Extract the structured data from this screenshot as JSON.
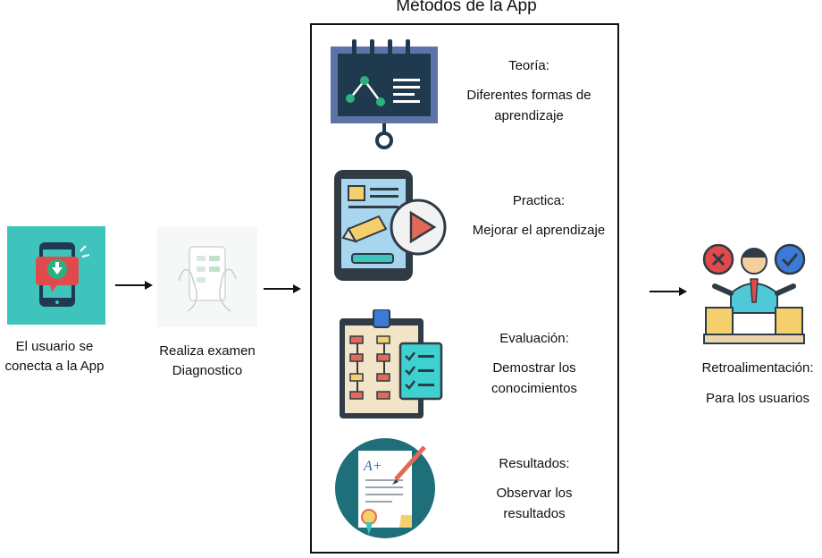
{
  "steps": {
    "connect": {
      "label_line1": "El usuario se",
      "label_line2": "conecta a la App",
      "icon": "phone-download-icon"
    },
    "exam": {
      "label_line1": "Realiza examen",
      "label_line2": "Diagnostico",
      "icon": "tablet-exam-icon"
    },
    "feedback": {
      "heading": "Retroalimentación:",
      "body": "Para los usuarios",
      "icon": "feedback-person-icon"
    }
  },
  "methods": {
    "title": "Métodos de la App",
    "items": [
      {
        "heading": "Teoría:",
        "body_line1": "Diferentes formas de",
        "body_line2": "aprendizaje",
        "icon": "presentation-board-icon"
      },
      {
        "heading": "Practica:",
        "body_line1": "Mejorar el aprendizaje",
        "body_line2": "",
        "icon": "tablet-play-icon"
      },
      {
        "heading": "Evaluación:",
        "body_line1": "Demostrar los",
        "body_line2": "conocimientos",
        "icon": "clipboard-checklist-icon"
      },
      {
        "heading": "Resultados:",
        "body_line1": "Observar los",
        "body_line2": "resultados",
        "icon": "graded-paper-icon"
      }
    ]
  },
  "colors": {
    "teal": "#3fc4bd",
    "navy": "#1f3a4f",
    "dark_teal": "#1e6f7a",
    "red": "#e14a4a",
    "green": "#2bb07f",
    "yellow": "#f5cf6b"
  }
}
